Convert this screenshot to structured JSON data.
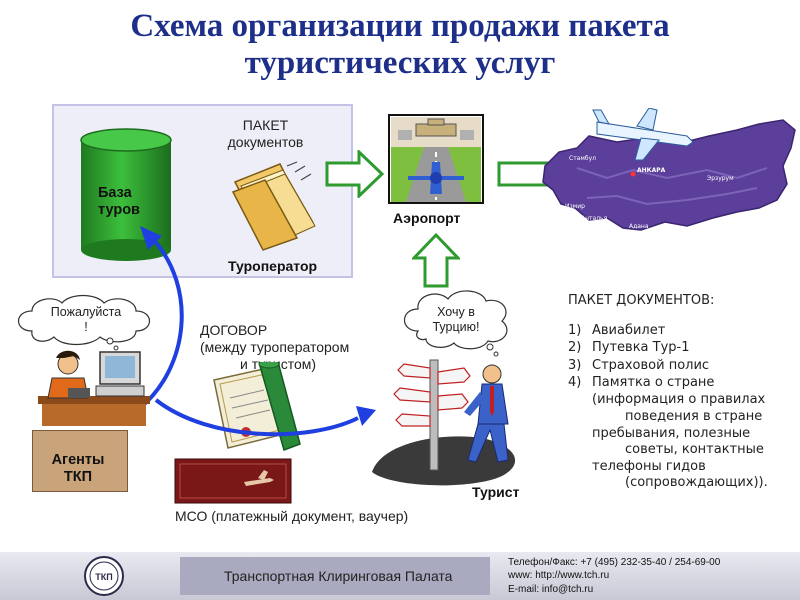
{
  "title_line1": "Схема организации продажи пакета",
  "title_line2": "туристических услуг",
  "db_label_line1": "База",
  "db_label_line2": "туров",
  "package_label_line1": "ПАКЕТ",
  "package_label_line2": "документов",
  "touroperator_label": "Туроператор",
  "airport_label": "Аэропорт",
  "map_labels": [
    "Стамбул",
    "АНКАРА",
    "Эрзурум",
    "Измир",
    "Анталья",
    "Адана"
  ],
  "cloud_agent_line1": "Пожалуйста",
  "cloud_agent_line2": "!",
  "cloud_tourist_line1": "Хочу в",
  "cloud_tourist_line2": "Турцию!",
  "contract_line1": "ДОГОВОР",
  "contract_line2": "(между туроператором",
  "contract_line3": "и туристом)",
  "agents_label_line1": "Агенты",
  "agents_label_line2": "ТКП",
  "tourist_label": "Турист",
  "mso_label": "МСО (платежный документ, ваучер)",
  "docs": {
    "heading": "ПАКЕТ ДОКУМЕНТОВ:",
    "items": [
      {
        "num": "1)",
        "text": "Авиабилет"
      },
      {
        "num": "2)",
        "text": "Путевка Тур-1"
      },
      {
        "num": "3)",
        "text": "Страховой полис"
      },
      {
        "num": "4)",
        "text": "Памятка о стране (информация о правилах"
      }
    ],
    "cont_line1": "поведения в стране",
    "cont_line2": "пребывания, полезные",
    "cont_line3": "советы, контактные",
    "cont_line4": "телефоны гидов",
    "cont_line5": "(сопровождающих))."
  },
  "footer": {
    "company": "Транспортная Клиринговая Палата",
    "logo_text": "ТКП",
    "phone": "Телефон/Факс: +7 (495) 232-35-40 / 254-69-00",
    "www": "www:    http://www.tch.ru",
    "email": "E-mail:  info@tch.ru"
  },
  "colors": {
    "title": "#1e2f8a",
    "arrow_green": "#2f9a2f",
    "arrow_blue": "#1f3fe0",
    "map": "#5b3f9a"
  }
}
